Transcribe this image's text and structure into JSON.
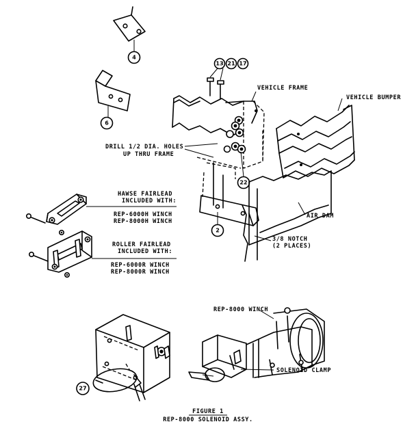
{
  "labels": {
    "vehicle_frame": "VEHICLE FRAME",
    "vehicle_bumper": "VEHICLE BUMPER",
    "drill_line1": "DRILL 1/2 DIA. HOLES",
    "drill_line2": "UP THRU FRAME",
    "hawse_line1": "HAWSE FAIRLEAD",
    "hawse_line2": "INCLUDED WITH:",
    "hawse_model1": "REP-6000H WINCH",
    "hawse_model2": "REP-8000H WINCH",
    "roller_line1": "ROLLER FAIRLEAD",
    "roller_line2": "INCLUDED WITH:",
    "roller_model1": "REP-6000R WINCH",
    "roller_model2": "REP-8000R WINCH",
    "air_dam": "AIR DAM",
    "notch_line1": "3/8 NOTCH",
    "notch_line2": "(2 PLACES)",
    "winch": "REP-8000 WINCH",
    "solenoid_clamp": "SOLENOID CLAMP"
  },
  "callouts": {
    "c4": "4",
    "c6": "6",
    "c13": "13",
    "c21": "21",
    "c17": "17",
    "c22": "22",
    "c2": "2",
    "c27": "27"
  },
  "caption": {
    "line1": "FIGURE 1",
    "line2": "REP-8000 SOLENOID ASSY."
  }
}
